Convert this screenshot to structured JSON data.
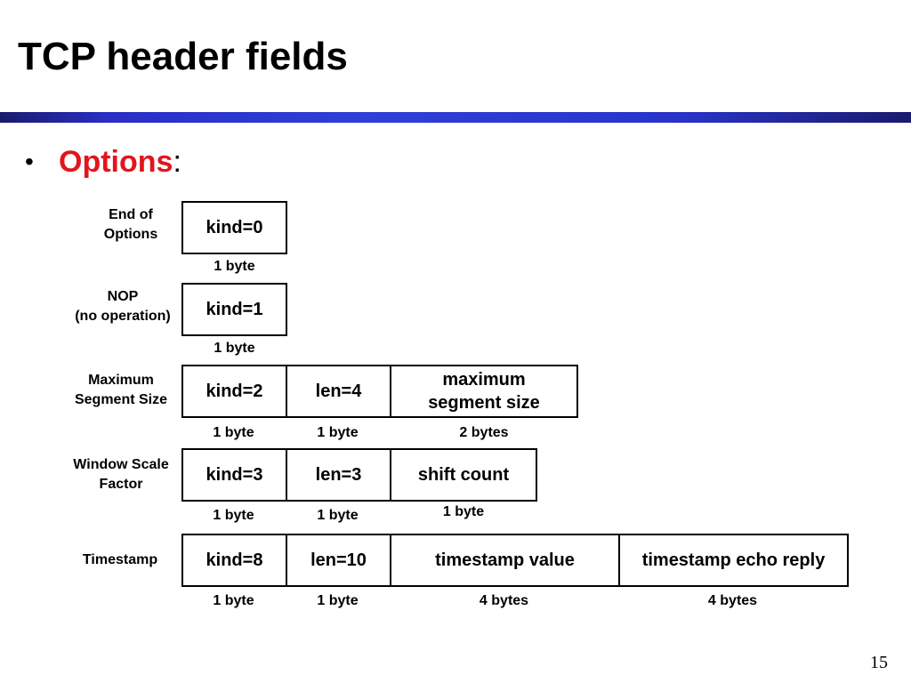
{
  "slide": {
    "title": "TCP header fields",
    "bullet": {
      "label": "Options",
      "suffix": ":"
    },
    "page_number": "15"
  },
  "options": [
    {
      "label_lines": [
        "End of",
        "Options"
      ],
      "fields": [
        {
          "text_lines": [
            "kind=0"
          ],
          "size": "1 byte"
        }
      ]
    },
    {
      "label_lines": [
        "NOP",
        "(no operation)"
      ],
      "fields": [
        {
          "text_lines": [
            "kind=1"
          ],
          "size": "1 byte"
        }
      ]
    },
    {
      "label_lines": [
        "Maximum",
        "Segment Size"
      ],
      "fields": [
        {
          "text_lines": [
            "kind=2"
          ],
          "size": "1 byte"
        },
        {
          "text_lines": [
            "len=4"
          ],
          "size": "1 byte"
        },
        {
          "text_lines": [
            "maximum",
            "segment size"
          ],
          "size": "2 bytes"
        }
      ]
    },
    {
      "label_lines": [
        "Window Scale",
        "Factor"
      ],
      "fields": [
        {
          "text_lines": [
            "kind=3"
          ],
          "size": "1 byte"
        },
        {
          "text_lines": [
            "len=3"
          ],
          "size": "1 byte"
        },
        {
          "text_lines": [
            "shift count"
          ],
          "size": "1 byte"
        }
      ]
    },
    {
      "label_lines": [
        "Timestamp"
      ],
      "fields": [
        {
          "text_lines": [
            "kind=8"
          ],
          "size": "1 byte"
        },
        {
          "text_lines": [
            "len=10"
          ],
          "size": "1 byte"
        },
        {
          "text_lines": [
            "timestamp value"
          ],
          "size": "4 bytes"
        },
        {
          "text_lines": [
            "timestamp echo reply"
          ],
          "size": "4 bytes"
        }
      ]
    }
  ]
}
